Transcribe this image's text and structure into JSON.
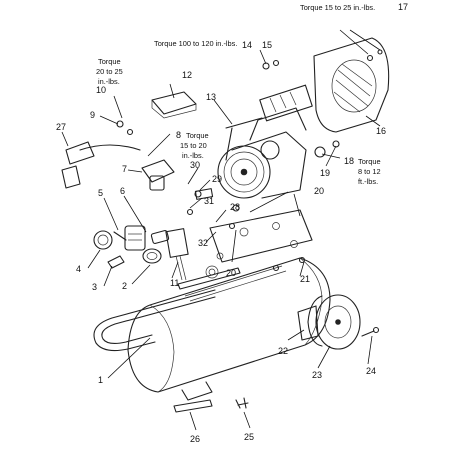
{
  "callouts": {
    "n1": "1",
    "n2": "2",
    "n3": "3",
    "n4": "4",
    "n5": "5",
    "n6": "6",
    "n7": "7",
    "n8": "8",
    "n9": "9",
    "n10": "10",
    "n11": "11",
    "n12": "12",
    "n13": "13",
    "n14": "14",
    "n15": "15",
    "n16": "16",
    "n17": "17",
    "n18": "18",
    "n19": "19",
    "n20a": "20",
    "n20b": "20",
    "n21": "21",
    "n22": "22",
    "n23": "23",
    "n24": "24",
    "n25": "25",
    "n26": "26",
    "n27": "27",
    "n28": "28",
    "n29": "29",
    "n30": "30",
    "n31": "31",
    "n32": "32"
  },
  "notes": {
    "torque_17": "Torque 15 to 25 in.-lbs.",
    "torque_14": "Torque 100 to 120 in.-lbs.",
    "torque_10_l1": "Torque",
    "torque_10_l2": "20 to 25",
    "torque_10_l3": "in.-lbs.",
    "torque_8_l1": "Torque",
    "torque_8_l2": "15 to 20",
    "torque_8_l3": "in.-lbs.",
    "torque_18_l1": "Torque",
    "torque_18_l2": "8 to 12",
    "torque_18_l3": "ft.-lbs."
  }
}
